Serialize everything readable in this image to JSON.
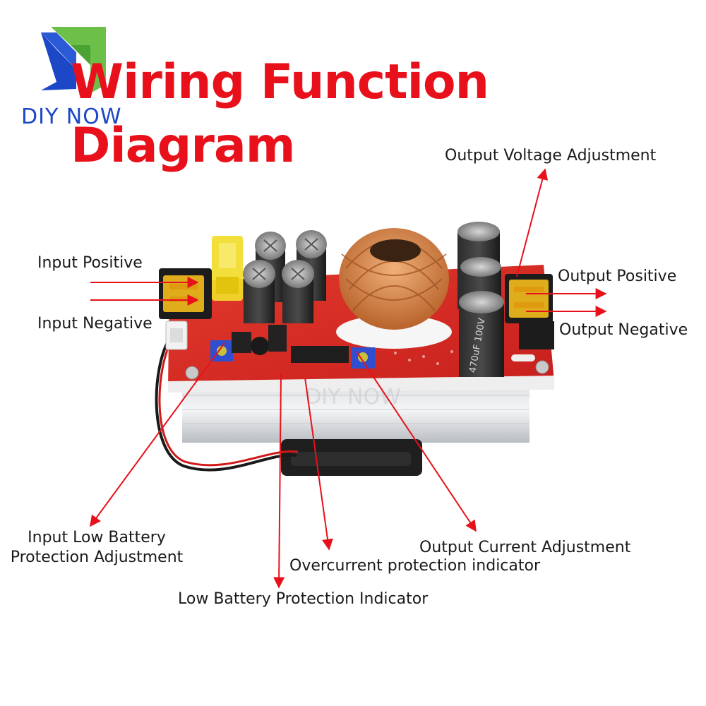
{
  "header": {
    "title": "Wiring Function Diagram",
    "brand": "DIY NOW",
    "colors": {
      "title": "#e8101a",
      "brand_blue": "#1c47c7",
      "brand_green": "#6cc04a"
    }
  },
  "watermark": "DIY NOW",
  "labels": {
    "output_voltage_adjustment": "Output Voltage Adjustment",
    "input_positive": "Input Positive",
    "input_negative": "Input Negative",
    "output_positive": "Output Positive",
    "output_negative": "Output Negative",
    "input_low_battery_line1": "Input Low Battery",
    "input_low_battery_line2": "Protection Adjustment",
    "output_current_adjustment": "Output Current Adjustment",
    "overcurrent_indicator": "Overcurrent protection indicator",
    "low_battery_indicator": "Low Battery Protection Indicator"
  },
  "board": {
    "capacitor_marking": "470uF 100V"
  },
  "arrow_color": "#e8101a"
}
